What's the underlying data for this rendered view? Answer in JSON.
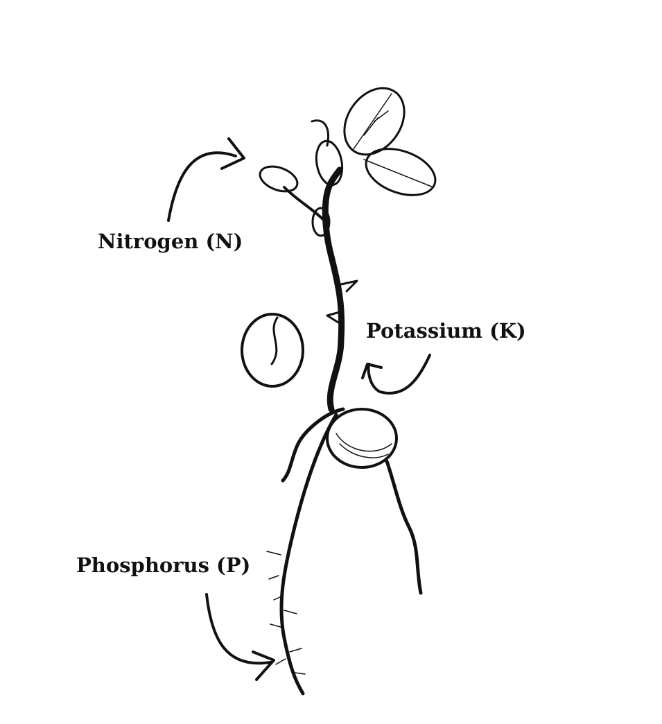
{
  "labels": {
    "nitrogen": "Nitrogen (N)",
    "potassium": "Potassium (K)",
    "phosphorus": "Phosphorus (P)"
  },
  "colors": {
    "ink": "#111111",
    "background": "#ffffff"
  }
}
